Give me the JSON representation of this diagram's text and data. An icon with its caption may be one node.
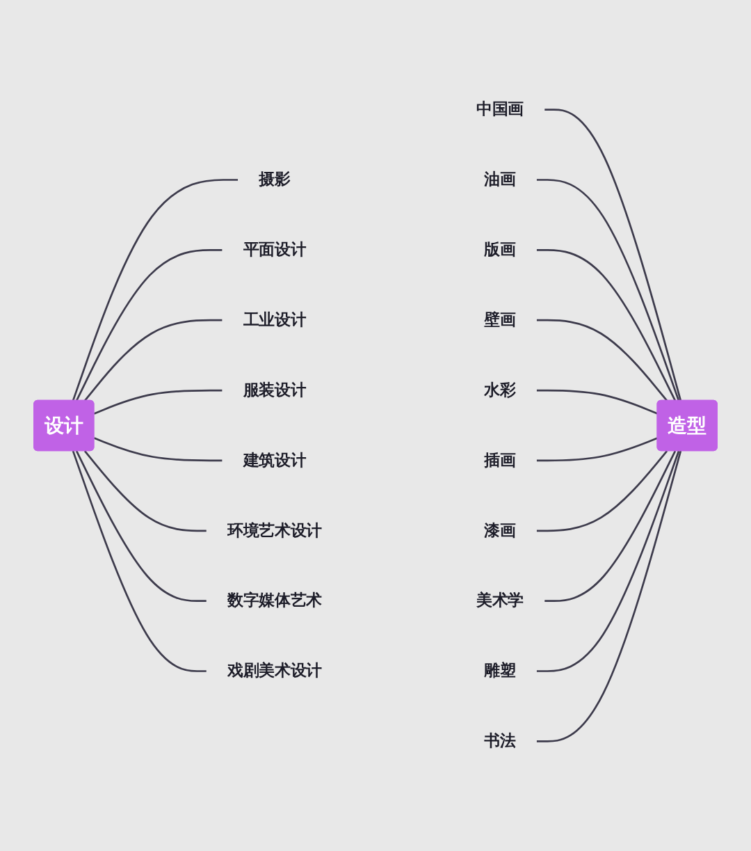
{
  "diagram": {
    "nodes": [
      {
        "text": [
          "设计"
        ]
      },
      {
        "text": [
          "摄影"
        ]
      },
      {
        "text": [
          "平面设计"
        ]
      },
      {
        "text": [
          "工业设计"
        ]
      },
      {
        "text": [
          "服装设计"
        ]
      },
      {
        "text": [
          "建筑设计"
        ]
      },
      {
        "text": [
          "环境艺术设计"
        ]
      },
      {
        "text": [
          "数字媒体艺术"
        ]
      },
      {
        "text": [
          "戏剧美术设计"
        ]
      },
      {
        "text": [
          "造型"
        ]
      },
      {
        "text": [
          "中国画"
        ]
      },
      {
        "text": [
          "油画"
        ]
      },
      {
        "text": [
          "版画"
        ]
      },
      {
        "text": [
          "壁画"
        ]
      },
      {
        "text": [
          "水彩"
        ]
      },
      {
        "text": [
          "插画"
        ]
      },
      {
        "text": [
          "漆画"
        ]
      },
      {
        "text": [
          "美术学"
        ]
      },
      {
        "text": [
          "雕塑"
        ]
      },
      {
        "text": [
          "书法"
        ]
      }
    ],
    "edges": [
      {
        "from": 0,
        "to": 1,
        "arrow": "none"
      },
      {
        "from": 0,
        "to": 2,
        "arrow": "none"
      },
      {
        "from": 0,
        "to": 3,
        "arrow": "none"
      },
      {
        "from": 0,
        "to": 4,
        "arrow": "none"
      },
      {
        "from": 0,
        "to": 5,
        "arrow": "none"
      },
      {
        "from": 0,
        "to": 6,
        "arrow": "none"
      },
      {
        "from": 0,
        "to": 7,
        "arrow": "none"
      },
      {
        "from": 0,
        "to": 8,
        "arrow": "none"
      },
      {
        "from": 10,
        "to": 9,
        "arrow": "none"
      },
      {
        "from": 11,
        "to": 9,
        "arrow": "none"
      },
      {
        "from": 12,
        "to": 9,
        "arrow": "none"
      },
      {
        "from": 13,
        "to": 9,
        "arrow": "none"
      },
      {
        "from": 14,
        "to": 9,
        "arrow": "none"
      },
      {
        "from": 15,
        "to": 9,
        "arrow": "none"
      },
      {
        "from": 16,
        "to": 9,
        "arrow": "none"
      },
      {
        "from": 17,
        "to": 9,
        "arrow": "none"
      },
      {
        "from": 18,
        "to": 9,
        "arrow": "none"
      },
      {
        "from": 19,
        "to": 9,
        "arrow": "none"
      }
    ]
  }
}
